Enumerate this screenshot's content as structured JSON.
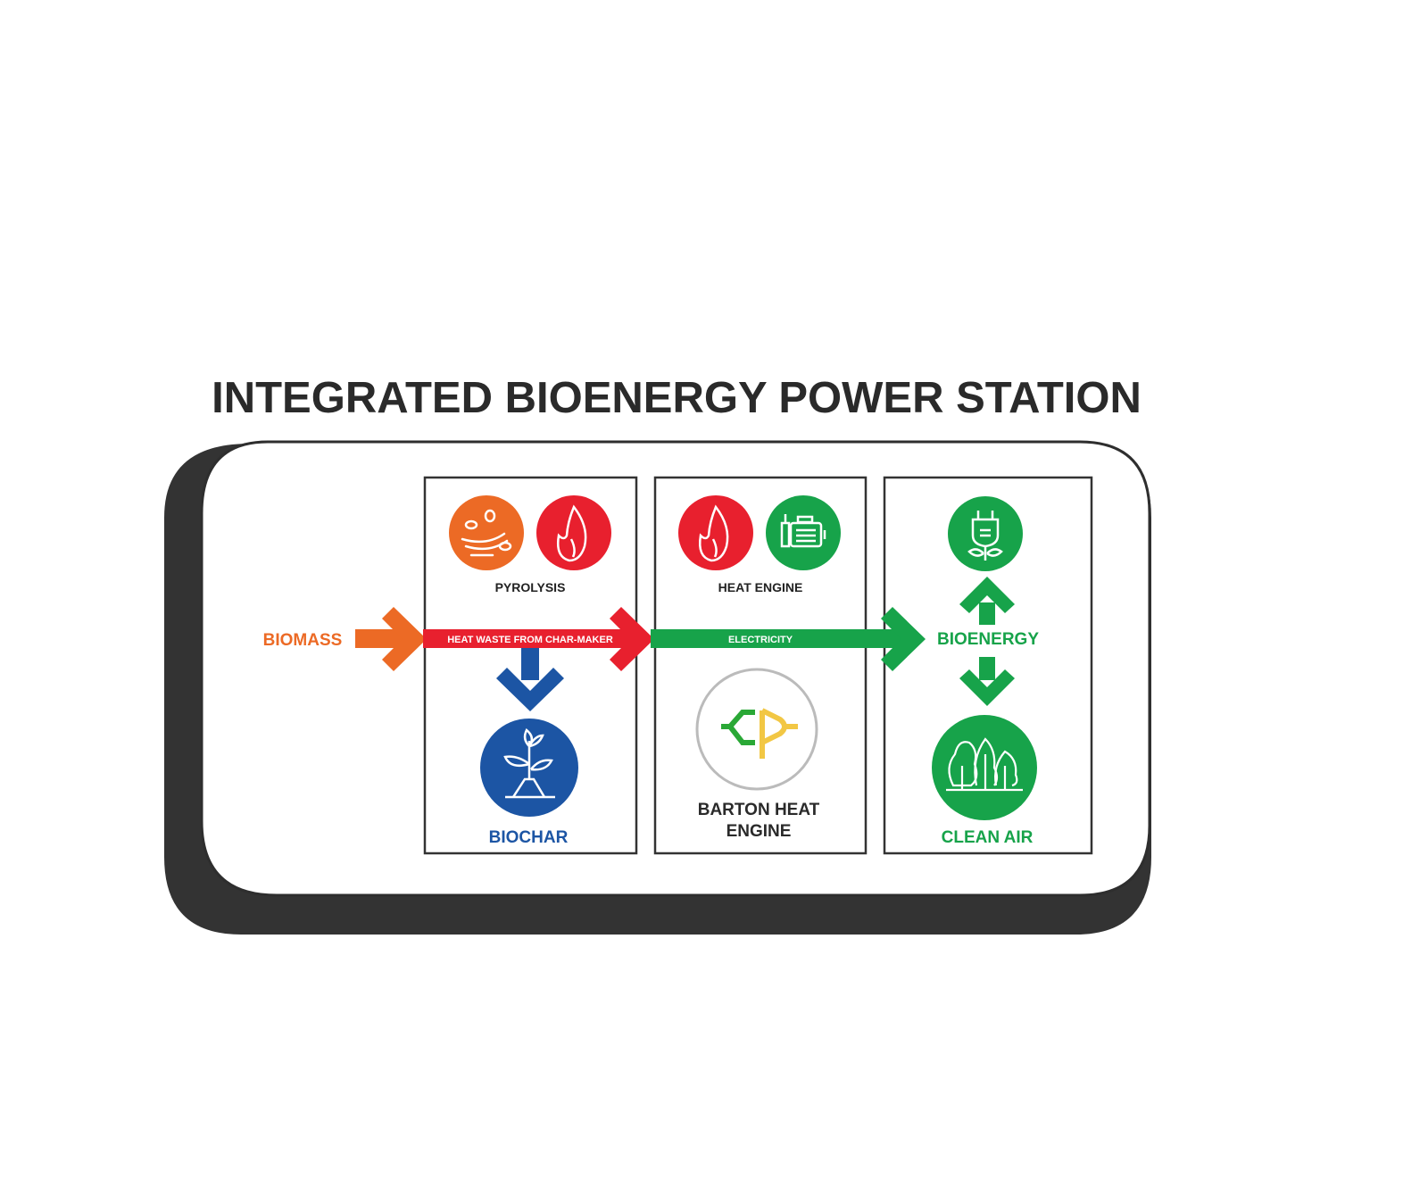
{
  "title": "INTEGRATED BIOENERGY POWER STATION",
  "input": {
    "label": "BIOMASS"
  },
  "flows": {
    "heat_waste": "HEAT WASTE FROM CHAR-MAKER",
    "electricity": "ELECTRICITY"
  },
  "panels": [
    {
      "heading": "PYROLYSIS",
      "output": "BIOCHAR",
      "icons": [
        "wind-leaves-icon",
        "flame-icon",
        "sprout-icon"
      ]
    },
    {
      "heading": "HEAT ENGINE",
      "output_line1": "BARTON HEAT",
      "output_line2": "ENGINE",
      "icons": [
        "flame-icon",
        "motor-icon",
        "barton-logo-icon"
      ]
    },
    {
      "heading": "BIOENERGY",
      "output": "CLEAN AIR",
      "icons": [
        "eco-plug-icon",
        "forest-icon"
      ]
    }
  ],
  "colors": {
    "orange": "#ec6a25",
    "red": "#e8202e",
    "green": "#17a34a",
    "blue": "#1c55a4",
    "yellow": "#f2c744",
    "dark": "#2e2e2e"
  }
}
